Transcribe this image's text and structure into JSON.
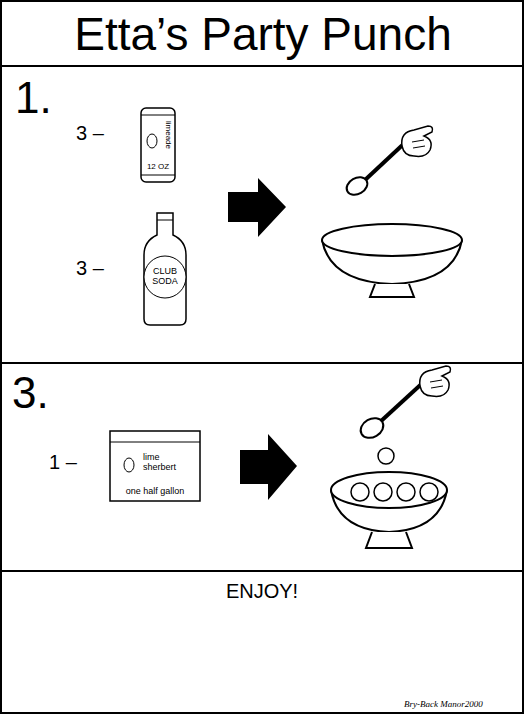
{
  "diagram": {
    "title": "Etta’s Party Punch",
    "nodes": [
      {
        "text": [
          "1."
        ]
      },
      {
        "text": [
          "limeade",
          "12 OZ"
        ],
        "in": 0
      },
      {
        "text": [
          "CLUB SODA"
        ],
        "in": 0
      },
      {
        "text": [
          "3."
        ]
      },
      {
        "text": [
          "lime sherbert",
          "one half gallon"
        ],
        "in": 3
      },
      {
        "text": [
          "ENJOY!"
        ]
      }
    ],
    "labels": [
      "3 –",
      "3 –",
      "1 –",
      "Bry-Back Manor2000"
    ]
  }
}
